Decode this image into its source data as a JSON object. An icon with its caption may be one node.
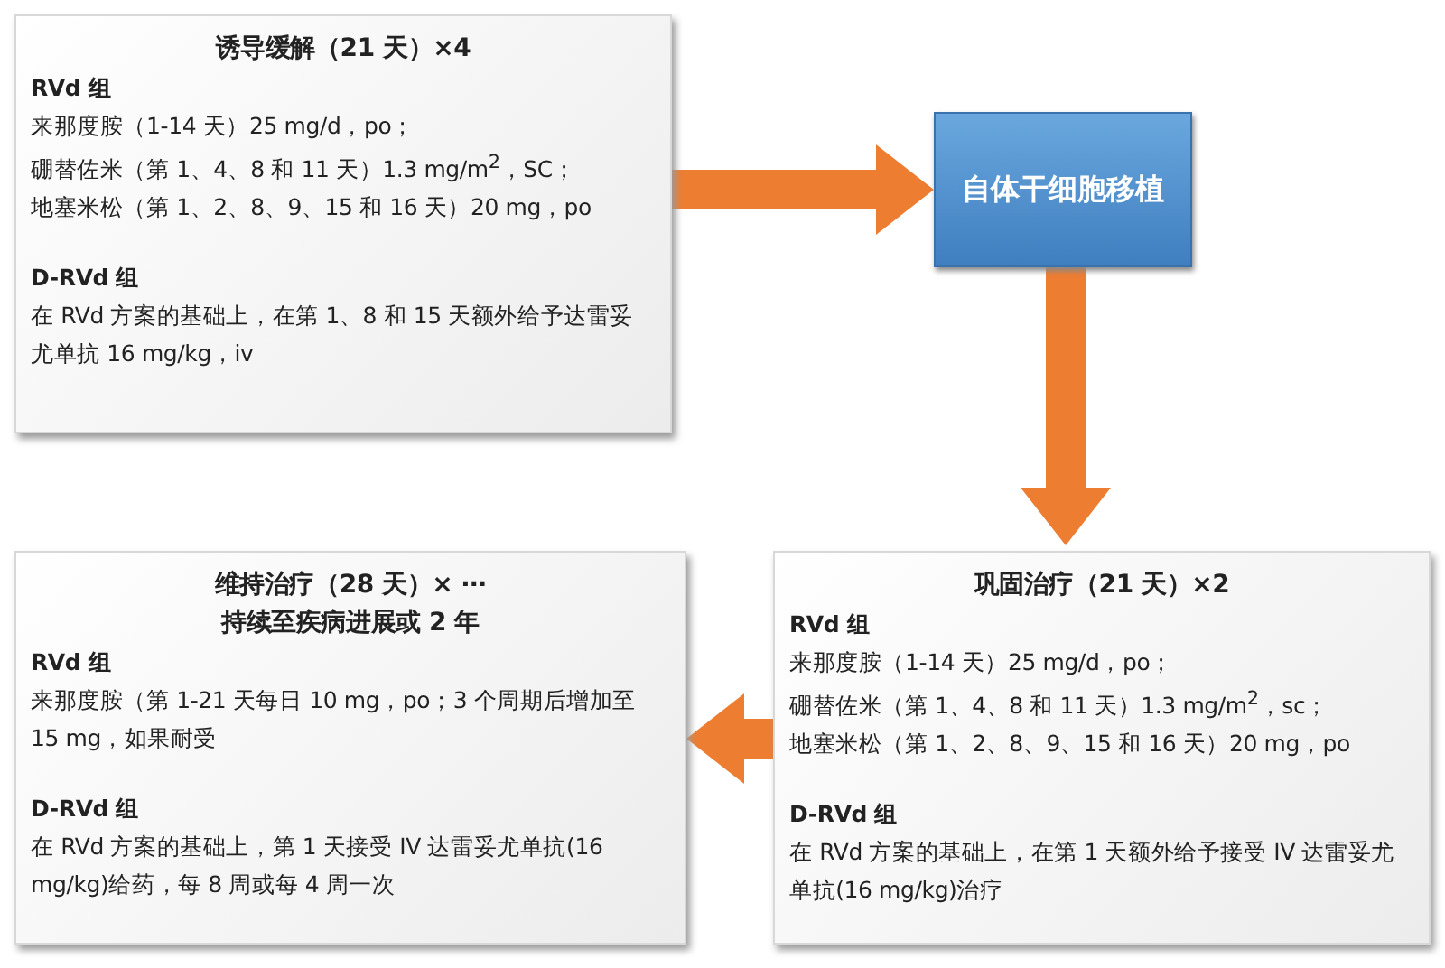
{
  "diagram": {
    "nodes": [
      {
        "text": [
          "诱导缓解（21 天）×4",
          "RVd 组",
          "来那度胺（1-14 天）25 mg/d，po；",
          "硼替佐米（第 1、4、8 和 11 天）1.3 mg/m$^{2}$，SC；",
          "地塞米松（第 1、2、8、9、15 和 16 天）20 mg，po",
          "D-RVd 组",
          "在 RVd 方案的基础上，在第 1、8 和 15 天额外给予达雷妥尤单抗 16 mg/kg，iv"
        ]
      },
      {
        "text": [
          "自体干细胞移植"
        ]
      },
      {
        "text": [
          "巩固治疗（21 天）×2",
          "RVd 组",
          "来那度胺（1-14 天）25 mg/d，po；",
          "硼替佐米（第 1、4、8 和 11 天）1.3 mg/m$^{2}$，sc；",
          "地塞米松（第 1、2、8、9、15 和 16 天）20 mg，po",
          "D-RVd 组",
          "在 RVd 方案的基础上，在第 1 天额外给予接受 IV 达雷妥尤单抗(16 mg/kg)治疗"
        ]
      },
      {
        "text": [
          "维持治疗（28 天）× ⋯",
          "持续至疾病进展或 2 年",
          "RVd 组",
          "来那度胺（第 1-21 天每日 10 mg，po；3 个周期后增加至 15 mg，如果耐受",
          "D-RVd 组",
          "在 RVd 方案的基础上，第 1 天接受 IV 达雷妥尤单抗(16 mg/kg)给药，每 8 周或每 4 周一次"
        ]
      }
    ],
    "edges": [
      {
        "from": 0,
        "to": 1,
        "arrow": "to"
      },
      {
        "from": 1,
        "to": 2,
        "arrow": "to"
      },
      {
        "from": 2,
        "to": 3,
        "arrow": "to"
      }
    ]
  }
}
